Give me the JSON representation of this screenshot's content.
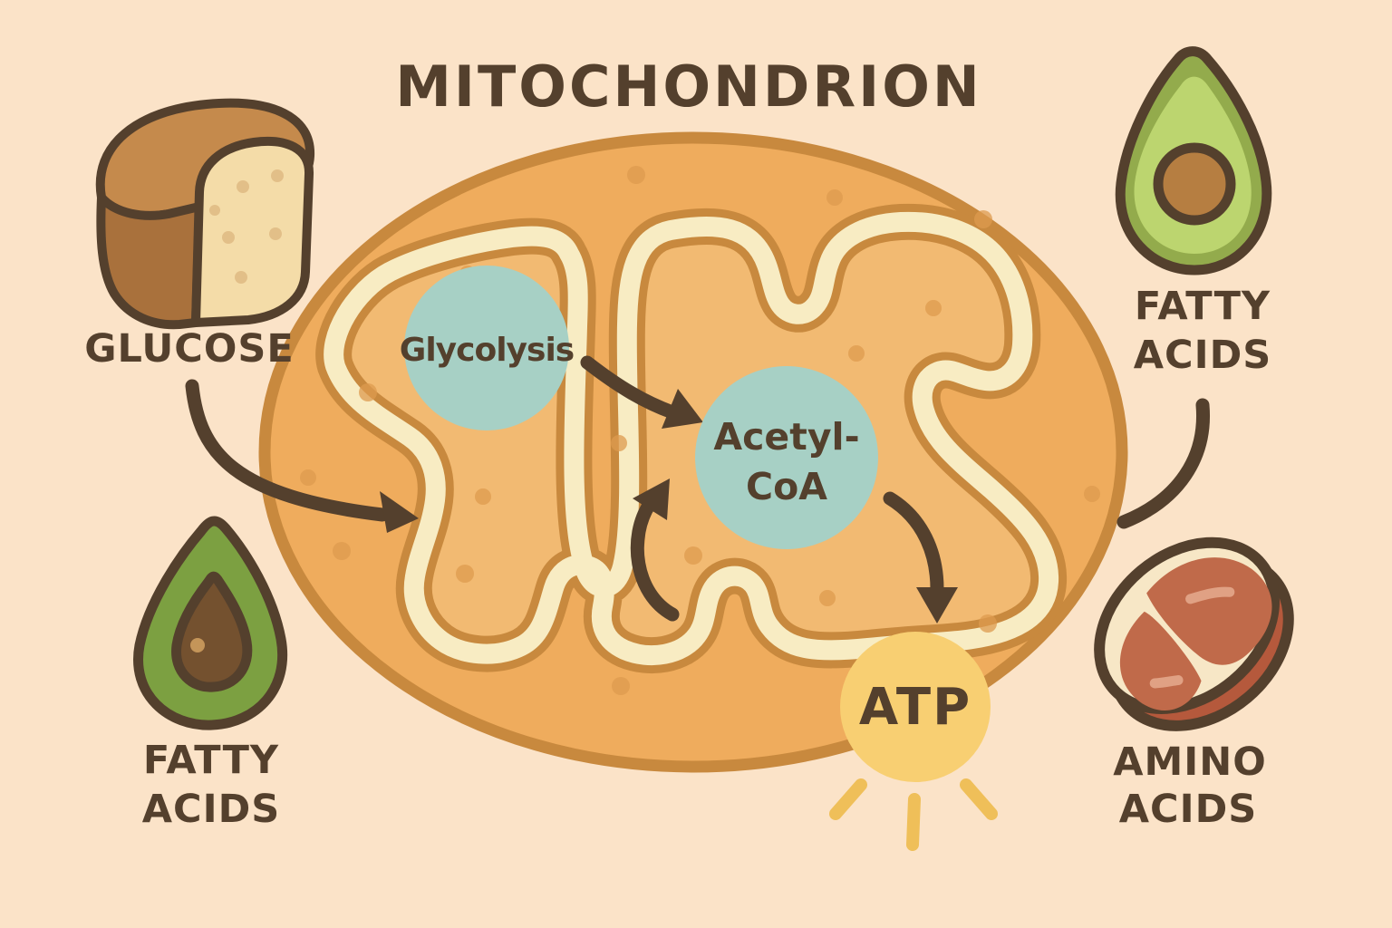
{
  "title": "MITOCHONDRION",
  "nodes": {
    "glycolysis": {
      "label": "Glycolysis"
    },
    "acetyl_coa": {
      "line1": "Acetyl-",
      "line2": "CoA"
    },
    "atp": {
      "label": "ATP"
    }
  },
  "inputs": {
    "glucose": {
      "label": "GLUCOSE",
      "icon": "bread-icon"
    },
    "fatty_acids_top_right": {
      "line1": "FATTY",
      "line2": "ACIDS",
      "icon": "avocado-icon"
    },
    "fatty_acids_bottom_left": {
      "line1": "FATTY",
      "line2": "ACIDS",
      "icon": "avocado-icon"
    },
    "amino_acids": {
      "line1": "AMINO",
      "line2": "ACIDS",
      "icon": "steak-icon"
    }
  },
  "arrows": [
    "glucose-to-mitochondrion",
    "glycolysis-to-acetyl-coa",
    "matrix-to-acetyl-coa",
    "acetyl-coa-to-atp",
    "fatty-acids-to-mitochondrion"
  ],
  "palette": {
    "bg": "#FBE3C8",
    "ink": "#54402D",
    "mito_stroke": "#C8893E",
    "mito_outer": "#EFAC5D",
    "mito_matrix": "#F2BA72",
    "crista_cream": "#F8ECC3",
    "speckle": "#DD9B4F",
    "node_teal": "#A7D0C5",
    "atp_yellow": "#F8CF72",
    "ray_yellow": "#EFBF59",
    "bread_top": "#C58A4C",
    "bread_side": "#A9713C",
    "bread_face": "#F4DCA8",
    "bread_speckle": "#E2BF88",
    "avo_skin": "#93AB4C",
    "avo_flesh": "#BCD56F",
    "avo_flesh_dark": "#7CA041",
    "pit_brown": "#B67E41",
    "pit_dark": "#74512F",
    "pit_glint": "#C49559",
    "steak_fat": "#F7E7C6",
    "steak_side": "#B5593C",
    "steak_meat": "#C06A4A",
    "steak_glint": "#E0A184"
  }
}
